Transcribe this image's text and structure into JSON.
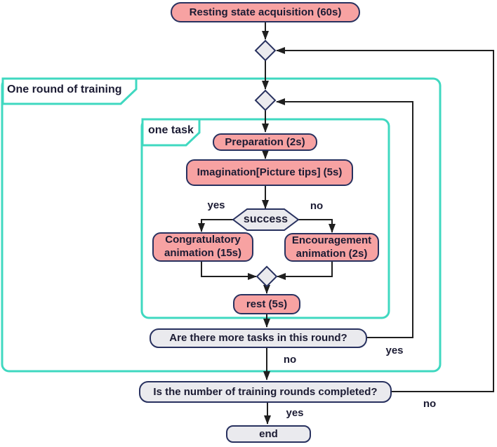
{
  "colors": {
    "pink": "#f7a2a2",
    "navy": "#28315f",
    "teal": "#3fd8c0",
    "fill": "#eaeaee",
    "line": "#1f1f1f",
    "text": "#1b1b33"
  },
  "containers": {
    "round": {
      "label": "One round of training"
    },
    "task": {
      "label": "one task"
    }
  },
  "nodes": {
    "resting": {
      "label": "Resting state acquisition (60s)"
    },
    "preparation": {
      "label": "Preparation (2s)"
    },
    "imagination": {
      "label": "Imagination[Picture tips] (5s)"
    },
    "success": {
      "label": "success"
    },
    "congrats": {
      "label": "Congratulatory animation (15s)"
    },
    "encourage": {
      "label": "Encouragement animation (2s)"
    },
    "rest": {
      "label": "rest (5s)"
    },
    "more_tasks": {
      "label": "Are there more tasks in this round?"
    },
    "rounds_done": {
      "label": "Is the number of training rounds completed?"
    },
    "end": {
      "label": "end"
    }
  },
  "edge_labels": {
    "success_yes": "yes",
    "success_no": "no",
    "more_tasks_yes": "yes",
    "more_tasks_no": "no",
    "rounds_done_yes": "yes",
    "rounds_done_no": "no"
  }
}
